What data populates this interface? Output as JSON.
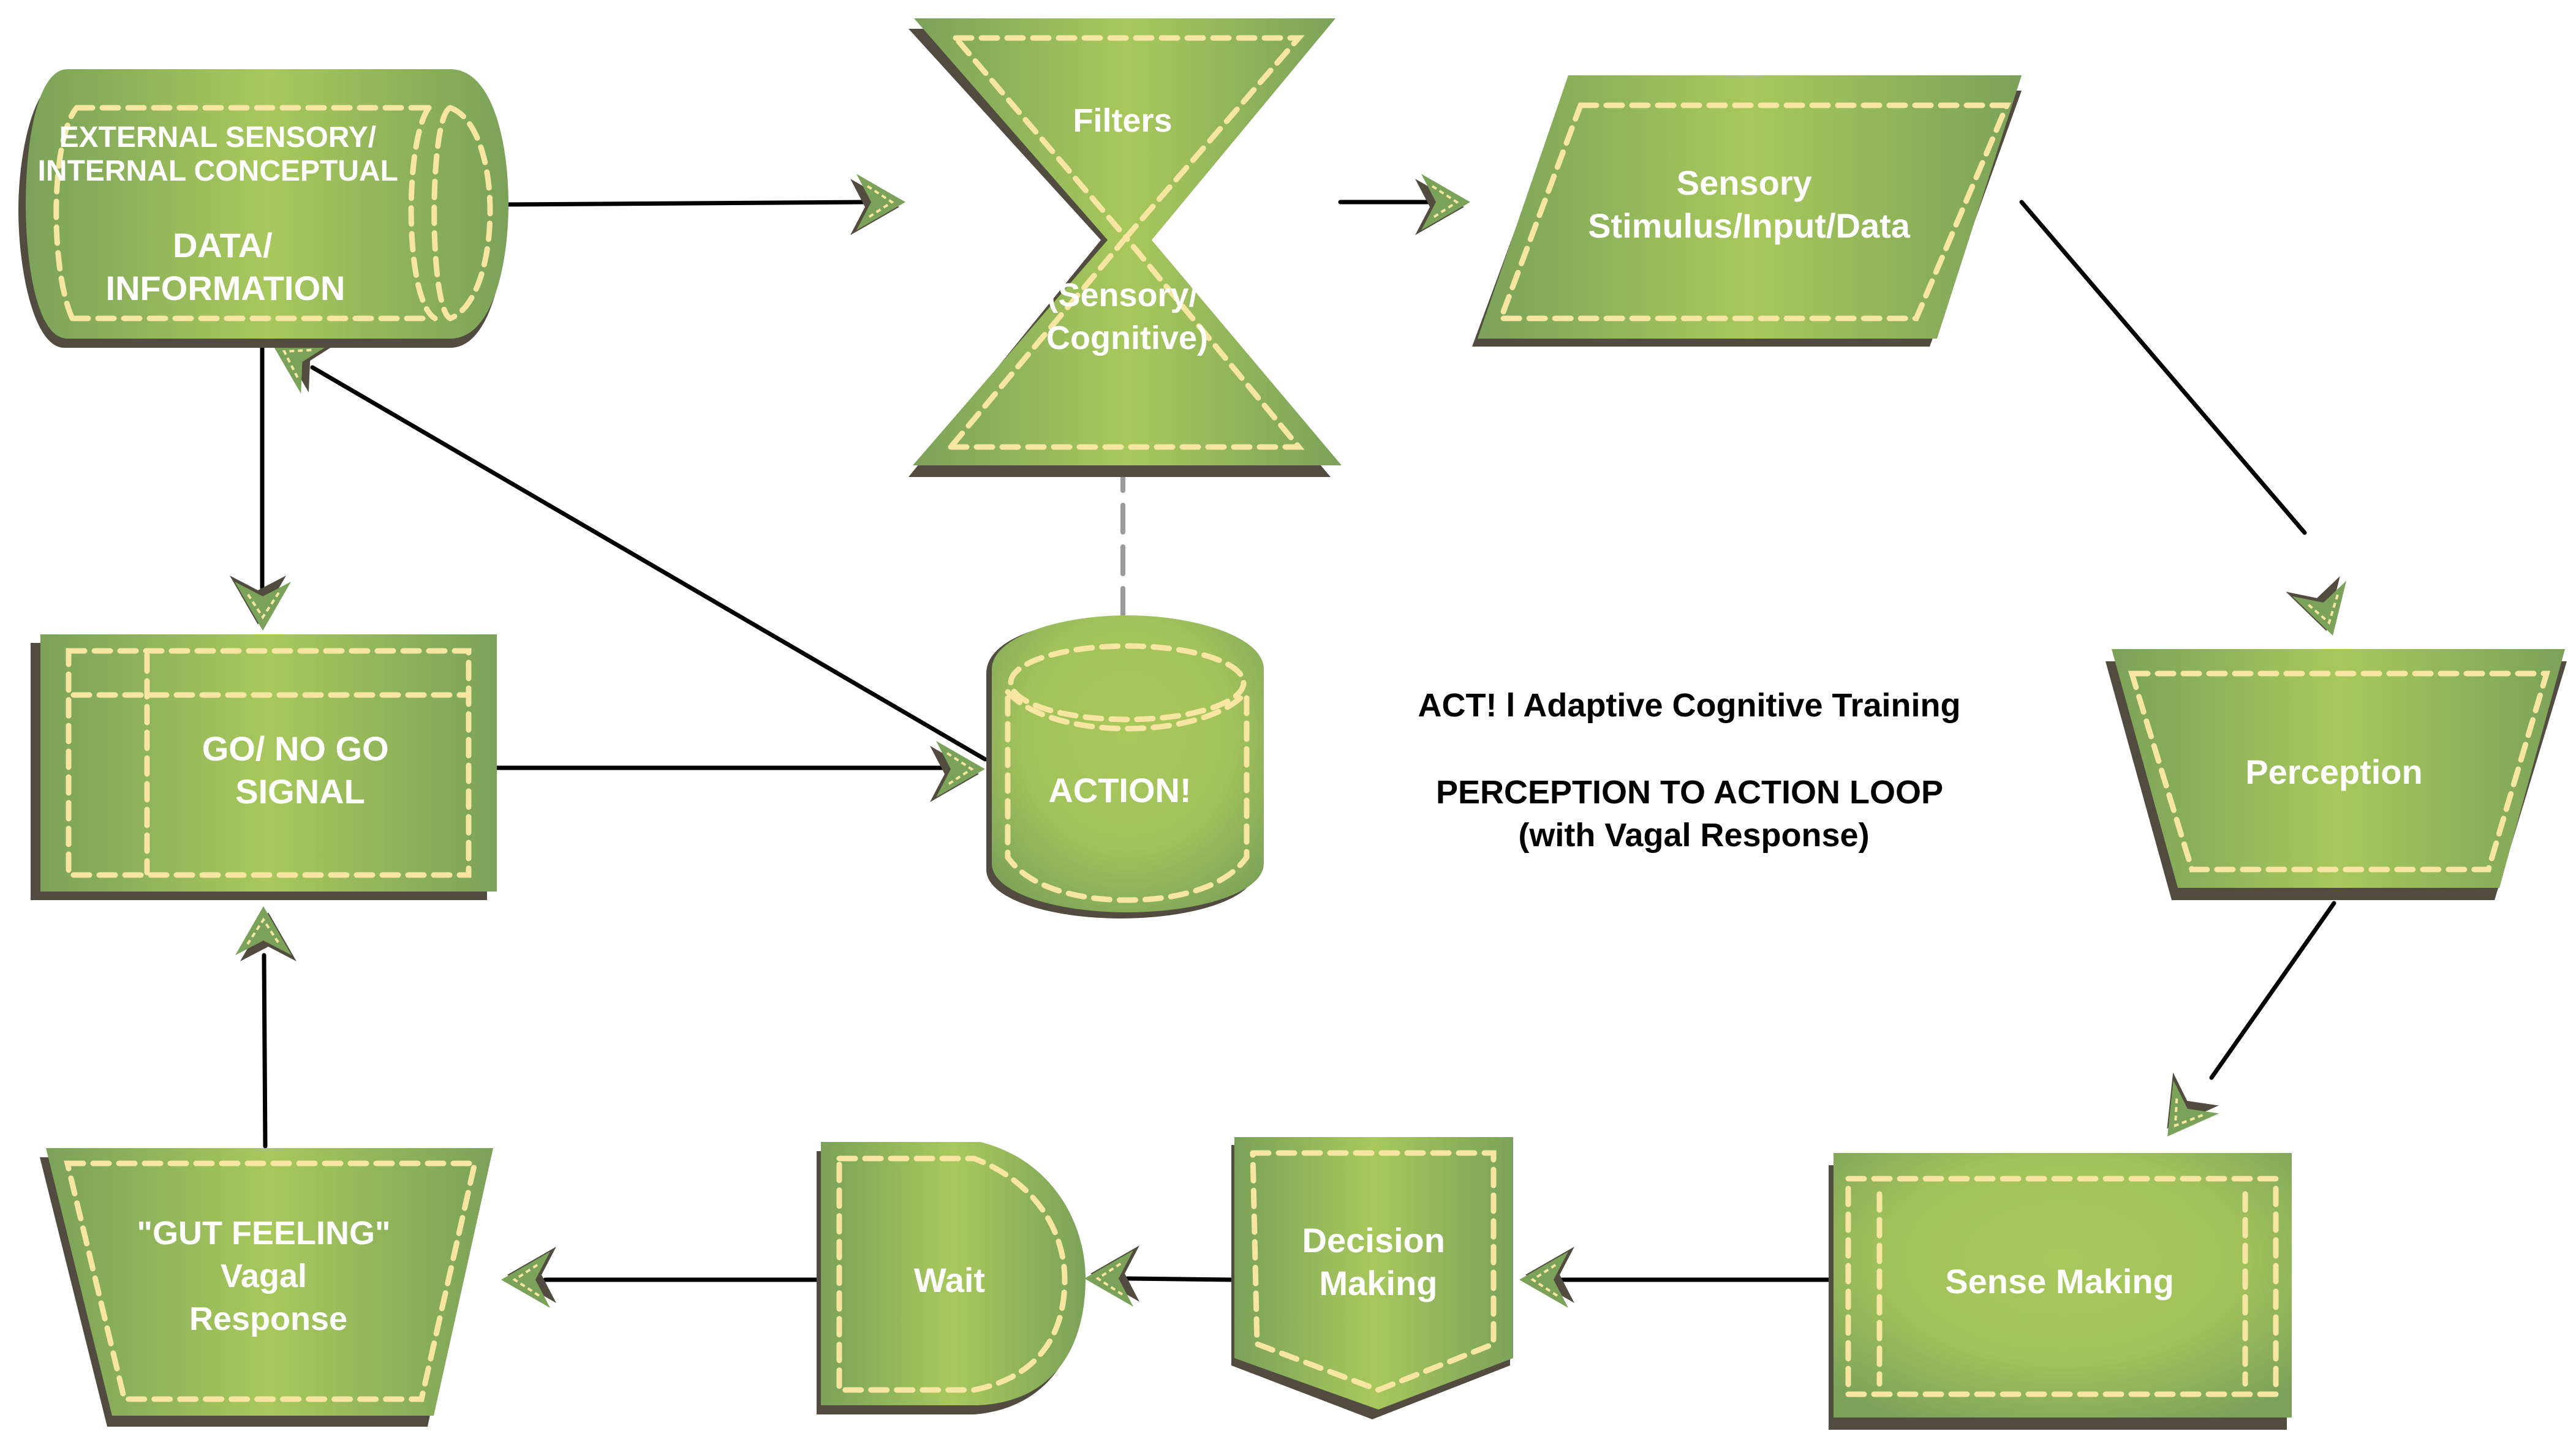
{
  "diagram": {
    "title_line1": "ACT! l Adaptive Cognitive Training",
    "title_line2": "PERCEPTION TO ACTION LOOP",
    "title_line3": "(with Vagal Response)",
    "colors": {
      "node_fill_light": "#a8c85c",
      "node_fill_dark": "#7ba259",
      "node_shadow": "#524b3f",
      "stitch": "#f6e6a2",
      "connector": "#000000",
      "connector_dashed": "#9b9b9b",
      "label": "#ffffff"
    },
    "nodes": {
      "data": {
        "shape": "horizontal-cylinder",
        "lines": [
          "EXTERNAL SENSORY/",
          "INTERNAL CONCEPTUAL",
          "",
          "DATA/",
          "INFORMATION"
        ]
      },
      "filters": {
        "shape": "hourglass",
        "lines_top": [
          "Filters"
        ],
        "lines_bottom": [
          "(Sensory/",
          "Cognitive)"
        ]
      },
      "sensory": {
        "shape": "parallelogram",
        "lines": [
          "Sensory",
          "Stimulus/Input/Data"
        ]
      },
      "perception": {
        "shape": "trapezoid",
        "lines": [
          "Perception"
        ]
      },
      "sense_making": {
        "shape": "rectangle-double-sides",
        "lines": [
          "Sense Making"
        ]
      },
      "decision_making": {
        "shape": "pentagon-down",
        "lines": [
          "Decision",
          "Making"
        ]
      },
      "wait": {
        "shape": "delay",
        "lines": [
          "Wait"
        ]
      },
      "gut_feeling": {
        "shape": "trapezoid",
        "lines": [
          "\"GUT FEELING\"",
          "Vagal",
          "Response"
        ]
      },
      "go_no_go": {
        "shape": "internal-storage",
        "lines": [
          "GO/ NO GO",
          "SIGNAL"
        ]
      },
      "action": {
        "shape": "vertical-cylinder",
        "lines": [
          "ACTION!"
        ]
      }
    },
    "edges": [
      {
        "from": "data",
        "to": "filters",
        "style": "solid"
      },
      {
        "from": "filters",
        "to": "sensory",
        "style": "solid"
      },
      {
        "from": "sensory",
        "to": "perception",
        "style": "solid"
      },
      {
        "from": "perception",
        "to": "sense_making",
        "style": "solid"
      },
      {
        "from": "sense_making",
        "to": "decision_making",
        "style": "solid"
      },
      {
        "from": "decision_making",
        "to": "wait",
        "style": "solid"
      },
      {
        "from": "wait",
        "to": "gut_feeling",
        "style": "solid"
      },
      {
        "from": "gut_feeling",
        "to": "go_no_go",
        "style": "solid"
      },
      {
        "from": "data",
        "to": "go_no_go",
        "style": "solid"
      },
      {
        "from": "go_no_go",
        "to": "action",
        "style": "solid"
      },
      {
        "from": "action",
        "to": "data",
        "style": "solid"
      },
      {
        "from": "action",
        "to": "filters",
        "style": "dashed"
      }
    ]
  }
}
